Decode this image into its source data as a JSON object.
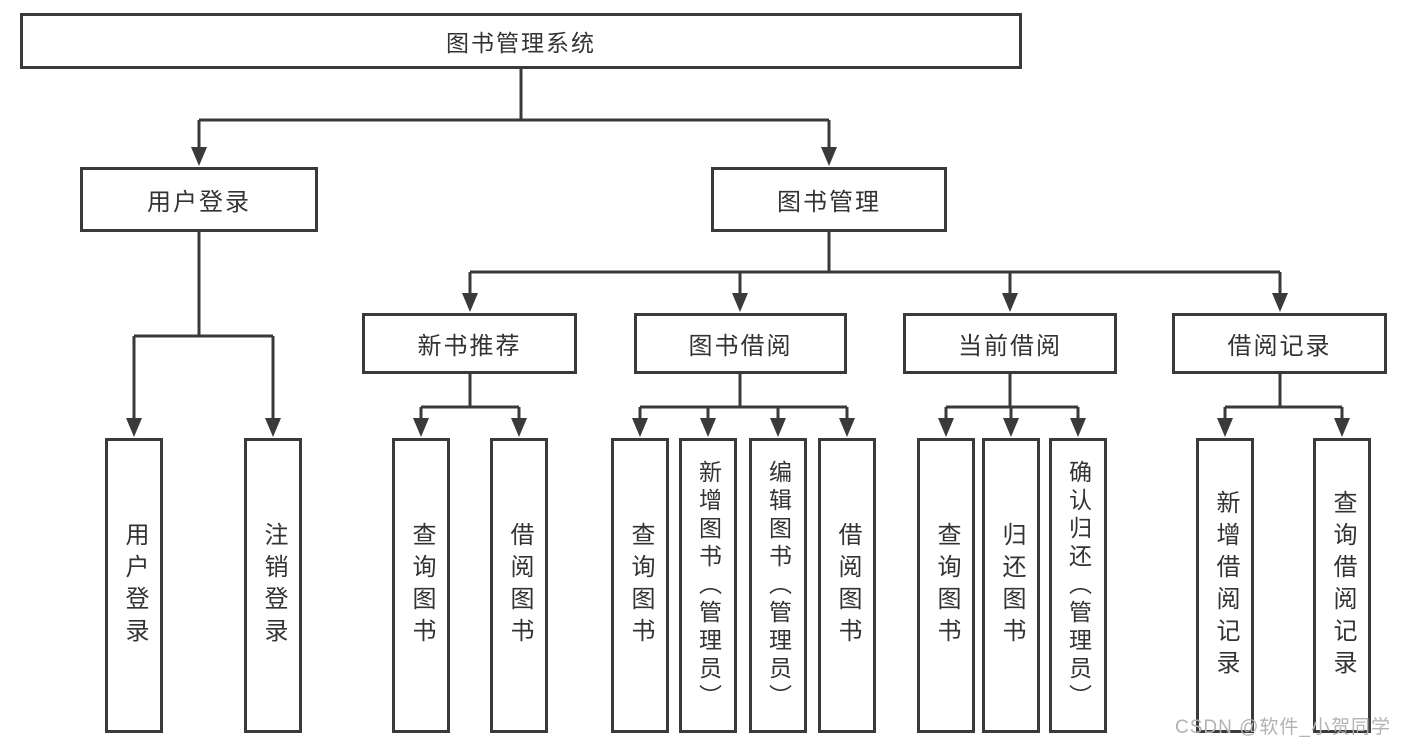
{
  "tree": {
    "label": "图书管理系统",
    "children": [
      {
        "label": "用户登录",
        "children": [
          {
            "label": "用户登录"
          },
          {
            "label": "注销登录"
          }
        ]
      },
      {
        "label": "图书管理",
        "children": [
          {
            "label": "新书推荐",
            "children": [
              {
                "label": "查询图书"
              },
              {
                "label": "借阅图书"
              }
            ]
          },
          {
            "label": "图书借阅",
            "children": [
              {
                "label": "查询图书"
              },
              {
                "label": "新增图书（管理员）"
              },
              {
                "label": "编辑图书（管理员）"
              },
              {
                "label": "借阅图书"
              }
            ]
          },
          {
            "label": "当前借阅",
            "children": [
              {
                "label": "查询图书"
              },
              {
                "label": "归还图书"
              },
              {
                "label": "确认归还（管理员）"
              }
            ]
          },
          {
            "label": "借阅记录",
            "children": [
              {
                "label": "新增借阅记录"
              },
              {
                "label": "查询借阅记录"
              }
            ]
          }
        ]
      }
    ]
  },
  "watermark": "CSDN @软件_小贺同学",
  "colors": {
    "line": "#3a3a3a",
    "text": "#333333",
    "watermark": "#b3b3b3",
    "background": "#ffffff"
  }
}
